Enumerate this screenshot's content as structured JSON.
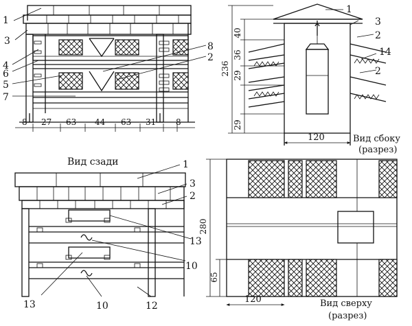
{
  "views": {
    "front": {
      "callouts": [
        "1",
        "3",
        "4",
        "6",
        "5",
        "7",
        "8",
        "2"
      ],
      "dims": [
        "8",
        "27",
        "63",
        "44",
        "63",
        "31",
        "8"
      ]
    },
    "side": {
      "callouts": [
        "1",
        "3",
        "2",
        "14",
        "2"
      ],
      "dims_v": [
        "40",
        "36",
        "29",
        "29",
        "236"
      ],
      "dim_width": "120",
      "caption_line1": "Вид сбоку",
      "caption_line2": "(разрез)"
    },
    "rear": {
      "title": "Вид сзади",
      "callouts": [
        "1",
        "3",
        "2",
        "13",
        "10",
        "13",
        "10",
        "12"
      ]
    },
    "top": {
      "dims_v": [
        "280",
        "65"
      ],
      "dim_width": "120",
      "caption_line1": "Вид сверху",
      "caption_line2": "(разрез)"
    }
  }
}
